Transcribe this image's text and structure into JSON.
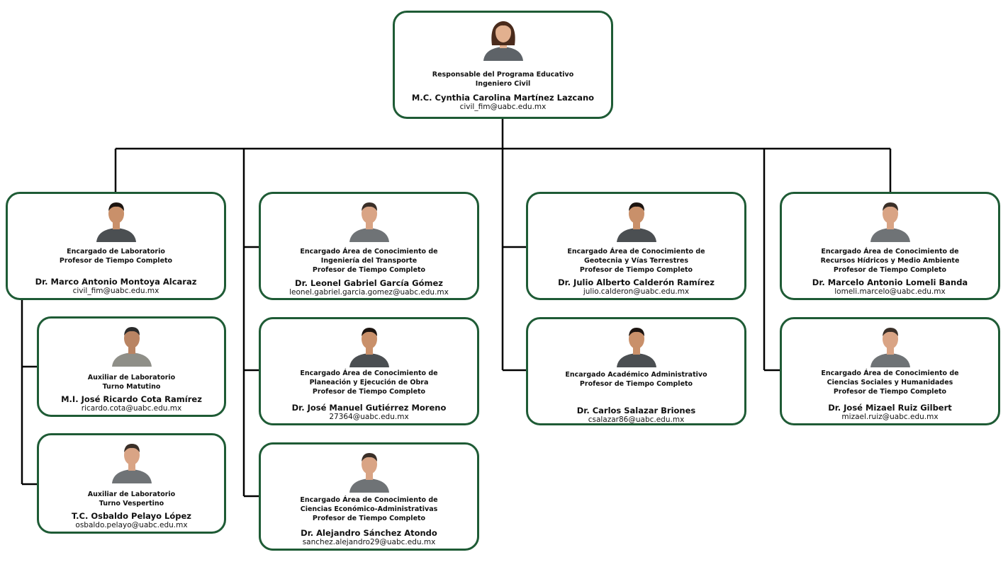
{
  "colors": {
    "border": "#1e5b35",
    "line": "#000000"
  },
  "people": {
    "root": {
      "title": [
        "Responsable del Programa Educativo",
        "Ingeniero Civil"
      ],
      "name": "M.C. Cynthia Carolina Martínez Lazcano",
      "email": "civil_fim@uabc.edu.mx"
    },
    "montoya": {
      "title": [
        "Encargado de Laboratorio",
        "Profesor de Tiempo Completo"
      ],
      "name": "Dr. Marco Antonio Montoya Alcaraz",
      "email": "civil_fim@uabc.edu.mx"
    },
    "cota": {
      "title": [
        "Auxiliar de Laboratorio",
        "Turno Matutino"
      ],
      "name": "M.I. José Ricardo Cota Ramírez",
      "email": "ricardo.cota@uabc.edu.mx"
    },
    "pelayo": {
      "title": [
        "Auxiliar de Laboratorio",
        "Turno Vespertino"
      ],
      "name": "T.C. Osbaldo Pelayo López",
      "email": "osbaldo.pelayo@uabc.edu.mx"
    },
    "garcia": {
      "title": [
        "Encargado Área de Conocimiento de",
        "Ingeniería del Transporte",
        "Profesor de Tiempo Completo"
      ],
      "name": "Dr. Leonel Gabriel García Gómez",
      "email": "leonel.gabriel.garcia.gomez@uabc.edu.mx"
    },
    "gutierrez": {
      "title": [
        "Encargado Área de Conocimiento de",
        "Planeación y Ejecución de Obra",
        "Profesor de Tiempo Completo"
      ],
      "name": "Dr. José Manuel Gutiérrez Moreno",
      "email": "27364@uabc.edu.mx"
    },
    "sanchez": {
      "title": [
        "Encargado Área de Conocimiento de",
        "Ciencias Económico-Administrativas",
        "Profesor de Tiempo Completo"
      ],
      "name": "Dr. Alejandro Sánchez Atondo",
      "email": "sanchez.alejandro29@uabc.edu.mx"
    },
    "calderon": {
      "title": [
        "Encargado Área de Conocimiento de",
        "Geotecnia y Vías Terrestres",
        "Profesor de Tiempo Completo"
      ],
      "name": "Dr. Julio Alberto Calderón Ramírez",
      "email": "julio.calderon@uabc.edu.mx"
    },
    "salazar": {
      "title": [
        "Encargado Académico Administrativo",
        "Profesor de Tiempo Completo"
      ],
      "name": "Dr. Carlos Salazar Briones",
      "email": "csalazar86@uabc.edu.mx"
    },
    "lomeli": {
      "title": [
        "Encargado Área de Conocimiento de",
        "Recursos Hídricos y Medio Ambiente",
        "Profesor de Tiempo Completo"
      ],
      "name": "Dr. Marcelo Antonio Lomeli Banda",
      "email": "lomeli.marcelo@uabc.edu.mx"
    },
    "ruiz": {
      "title": [
        "Encargado Área de Conocimiento de",
        "Ciencias Sociales y Humanidades",
        "Profesor de Tiempo Completo"
      ],
      "name": "Dr. José Mizael Ruiz Gilbert",
      "email": "mizael.ruiz@uabc.edu.mx"
    }
  }
}
